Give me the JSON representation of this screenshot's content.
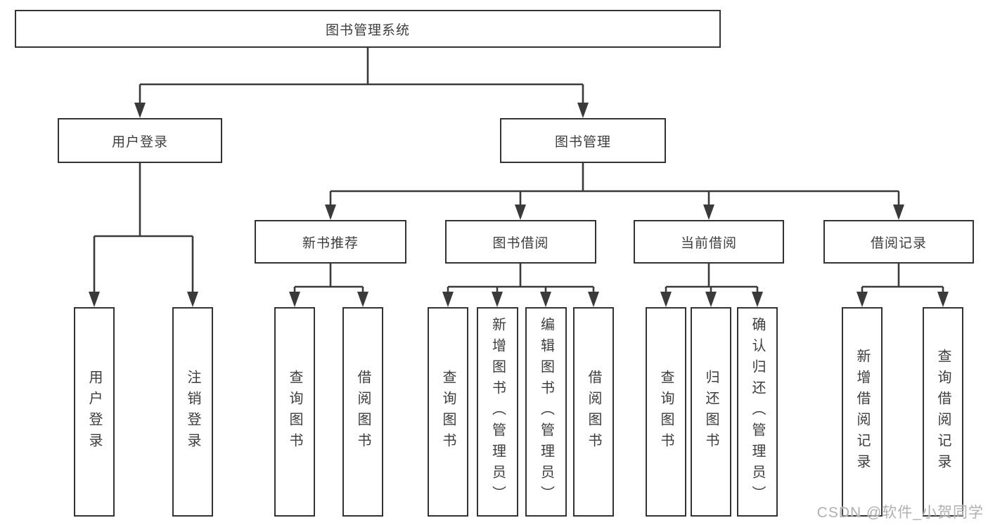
{
  "nodes": {
    "root": "图书管理系统",
    "user_login": "用户登录",
    "book_mgmt": "图书管理",
    "new_book_rec": "新书推荐",
    "book_borrow": "图书借阅",
    "current_borrow": "当前借阅",
    "borrow_records": "借阅记录",
    "ul_user_login": "用户登录",
    "ul_logout": "注销登录",
    "nbr_query_book": "查询图书",
    "nbr_borrow_book": "借阅图书",
    "bb_query_book": "查询图书",
    "bb_add_book": "新增图书（管理员）",
    "bb_edit_book": "编辑图书（管理员）",
    "bb_borrow_book": "借阅图书",
    "cb_query_book": "查询图书",
    "cb_return_book": "归还图书",
    "cb_confirm_return": "确认归还（管理员）",
    "br_add_record": "新增借阅记录",
    "br_query_record": "查询借阅记录"
  },
  "watermark": "CSDN @软件_小贺同学",
  "colors": {
    "background": "#ffffff",
    "line": "#3a3a3a",
    "border": "#333333",
    "text": "#3d3d3d",
    "watermark": "#b0b0b0"
  }
}
